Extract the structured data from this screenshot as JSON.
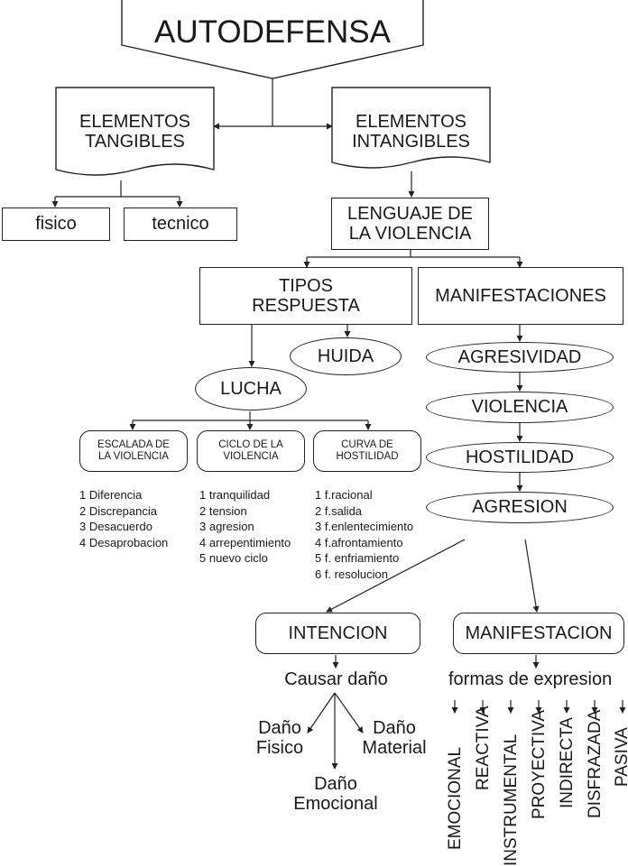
{
  "title": "AUTODEFENSA",
  "tangibles": {
    "label_1": "ELEMENTOS",
    "label_2": "TANGIBLES",
    "fisico": "fisico",
    "tecnico": "tecnico"
  },
  "intangibles": {
    "label_1": "ELEMENTOS",
    "label_2": "INTANGIBLES"
  },
  "lenguaje": {
    "label_1": "LENGUAJE DE",
    "label_2": "LA VIOLENCIA"
  },
  "tipos": {
    "label_1": "TIPOS",
    "label_2": "RESPUESTA",
    "huida": "HUIDA",
    "lucha": "LUCHA"
  },
  "escalada": {
    "label_1": "ESCALADA DE",
    "label_2": "LA VIOLENCIA",
    "items": [
      "1 Diferencia",
      "2 Discrepancia",
      "3 Desacuerdo",
      "4 Desaprobacion"
    ]
  },
  "ciclo": {
    "label_1": "CICLO DE LA",
    "label_2": "VIOLENCIA",
    "items": [
      "1 tranquilidad",
      "2 tension",
      "3 agresion",
      "4 arrepentimiento",
      "5 nuevo ciclo"
    ]
  },
  "curva": {
    "label_1": "CURVA DE",
    "label_2": "HOSTILIDAD",
    "items": [
      "1 f.racional",
      "2 f.salida",
      "3 f.enlentecimiento",
      "4 f.afrontamiento",
      "5 f. enfriamiento",
      "6 f. resolucion"
    ]
  },
  "manifestaciones": {
    "label": "MANIFESTACIONES",
    "chain": [
      "AGRESIVIDAD",
      "VIOLENCIA",
      "HOSTILIDAD",
      "AGRESION"
    ]
  },
  "intencion": {
    "label": "INTENCION",
    "causar": "Causar daño",
    "fisico_1": "Daño",
    "fisico_2": "Fisico",
    "material_1": "Daño",
    "material_2": "Material",
    "emocional_1": "Daño",
    "emocional_2": "Emocional"
  },
  "manifestacion": {
    "label": "MANIFESTACION",
    "formas": "formas de expresion",
    "types": [
      "EMOCIONAL",
      "REACTIVA",
      "INSTRUMENTAL",
      "PROYECTIVA",
      "INDIRECTA",
      "DISFRAZADA",
      "PASIVA"
    ]
  }
}
